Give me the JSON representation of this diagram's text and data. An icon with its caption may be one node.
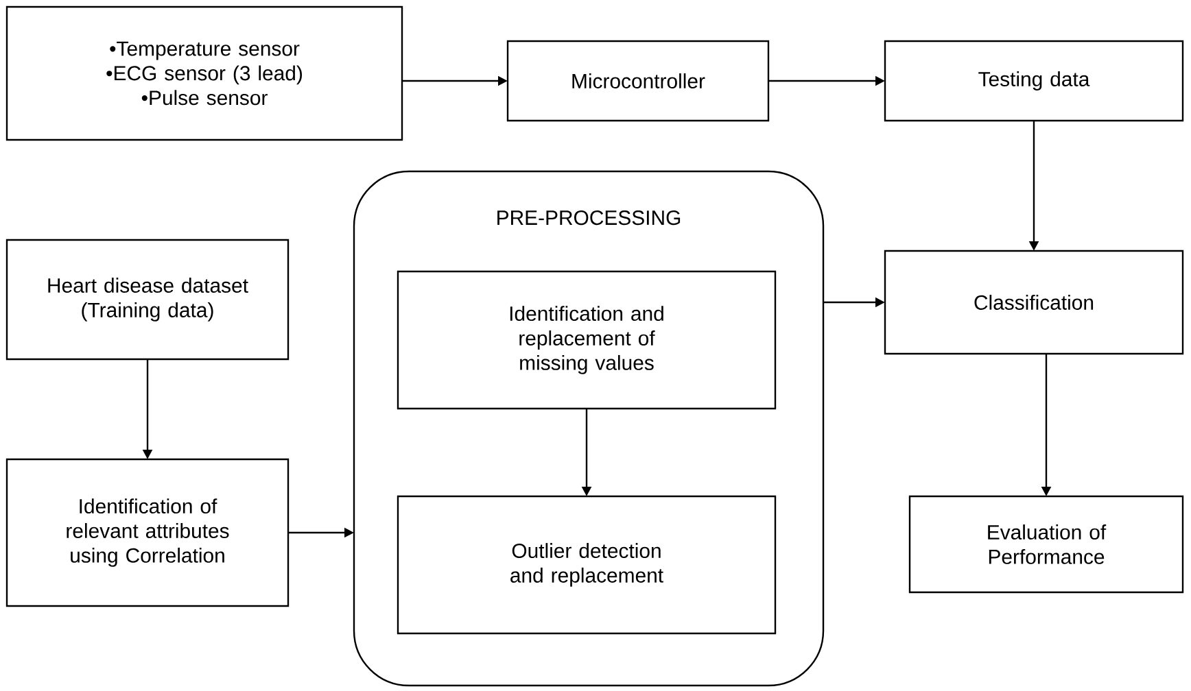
{
  "diagram": {
    "nodes": [
      {
        "text": [
          "•Temperature sensor",
          "•ECG sensor (3 lead)",
          "•Pulse sensor"
        ]
      },
      {
        "text": [
          "Microcontroller"
        ]
      },
      {
        "text": [
          "Testing data"
        ]
      },
      {
        "text": [
          "Heart disease dataset (Training data)"
        ]
      },
      {
        "text": [
          "PRE-PROCESSING"
        ]
      },
      {
        "text": [
          "Identification and replacement of missing values"
        ],
        "in": 4
      },
      {
        "text": [
          "Outlier detection and replacement"
        ],
        "in": 4
      },
      {
        "text": [
          "Identification of relevant attributes using Correlation"
        ]
      },
      {
        "text": [
          "Classification"
        ]
      },
      {
        "text": [
          "Evaluation of Performance"
        ]
      }
    ],
    "edges": [
      {
        "from": 0,
        "to": 1,
        "arrow": "to"
      },
      {
        "from": 1,
        "to": 2,
        "arrow": "to"
      },
      {
        "from": 2,
        "to": 8,
        "arrow": "to"
      },
      {
        "from": 3,
        "to": 7,
        "arrow": "to"
      },
      {
        "from": 7,
        "to": 4,
        "arrow": "to"
      },
      {
        "from": 5,
        "to": 6,
        "arrow": "to"
      },
      {
        "from": 4,
        "to": 8,
        "arrow": "to"
      },
      {
        "from": 8,
        "to": 9,
        "arrow": "to"
      }
    ]
  }
}
